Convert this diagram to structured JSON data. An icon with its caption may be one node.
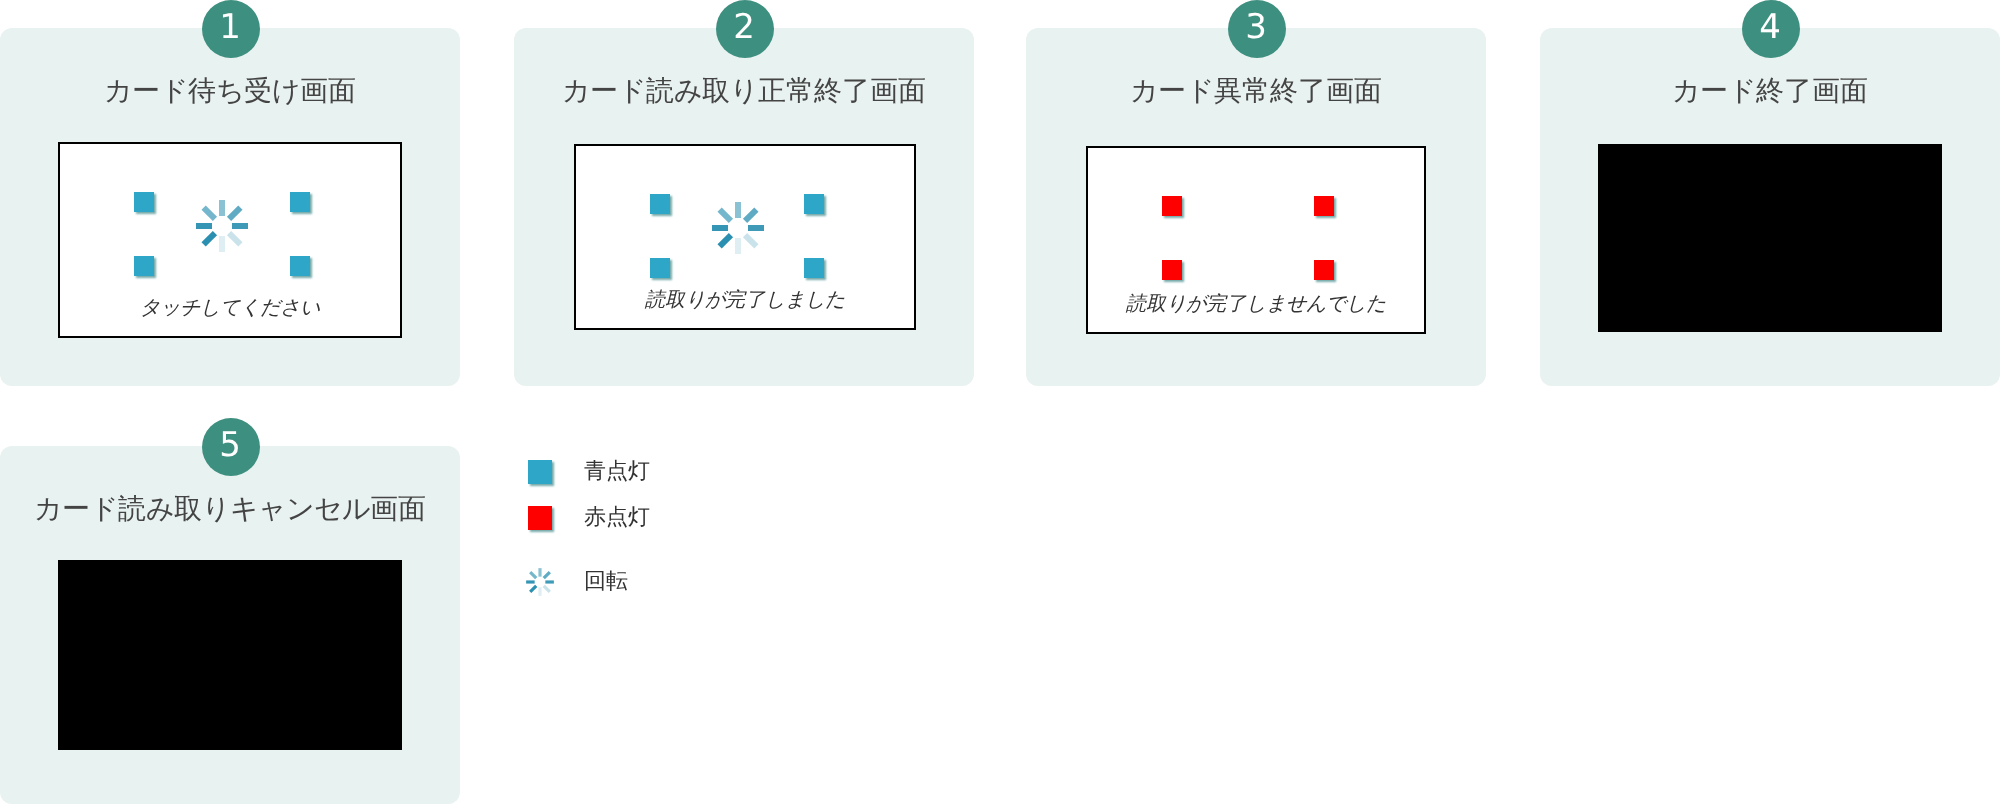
{
  "diagram": {
    "nodes": [
      {
        "text": [
          "1"
        ]
      },
      {
        "text": [
          "カード待ち受け画面"
        ]
      },
      {
        "text": [
          "タッチしてください"
        ],
        "in": 1
      },
      {
        "text": [
          "2"
        ]
      },
      {
        "text": [
          "カード読み取り正常終了画面"
        ]
      },
      {
        "text": [
          "読取りが完了しました"
        ],
        "in": 4
      },
      {
        "text": [
          "3"
        ]
      },
      {
        "text": [
          "カード異常終了画面"
        ]
      },
      {
        "text": [
          "読取りが完了しませんでした"
        ],
        "in": 7
      },
      {
        "text": [
          "4"
        ]
      },
      {
        "text": [
          "カード終了画面"
        ]
      },
      {
        "text": [],
        "shape": "box",
        "in": 10
      },
      {
        "text": [
          "5"
        ]
      },
      {
        "text": [
          "カード読み取りキャンセル画面"
        ]
      },
      {
        "text": [],
        "shape": "box",
        "in": 13
      }
    ],
    "edges": [],
    "legend": [
      {
        "text": "青点灯",
        "color": "#2ea6c8"
      },
      {
        "text": "赤点灯",
        "color": "#ff0000"
      },
      {
        "text": "回転"
      }
    ]
  }
}
